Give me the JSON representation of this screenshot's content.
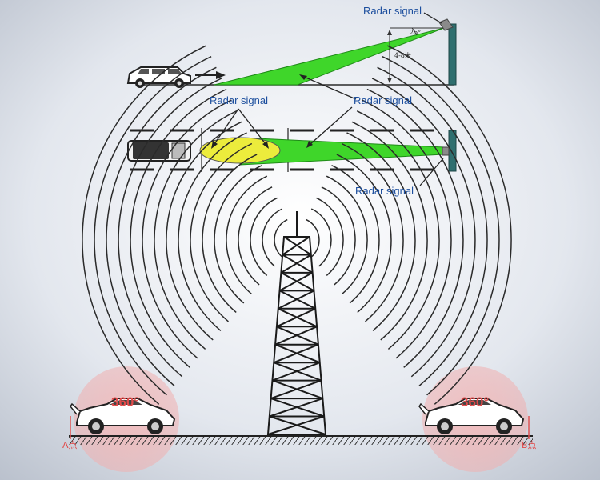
{
  "top_view": {
    "signal_label_top": "Radar signal",
    "angle_label": "25°",
    "height_label": "4-8米",
    "signal_label_a": "Radar signal",
    "signal_label_b": "Radar signal",
    "signal_label_bottom": "Radar signal"
  },
  "tower_view": {
    "left_zone_label": "360°",
    "right_zone_label": "360°",
    "point_a_label": "A点",
    "point_b_label": "B点"
  },
  "colors": {
    "beam_green": "#3fd62a",
    "sensor_pole": "#2f6f6f",
    "detect_yellow": "#ecec3c",
    "label_blue": "#1d4f9e",
    "zone_red": "#e24a4a"
  }
}
